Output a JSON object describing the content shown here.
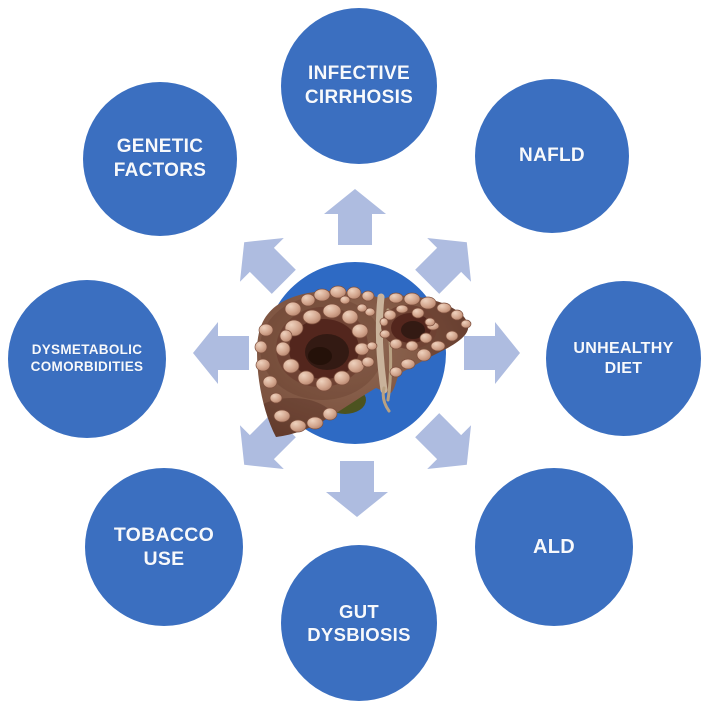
{
  "diagram": {
    "center": {
      "icon": "cirrhotic-liver-illustration"
    },
    "nodes": [
      {
        "id": "infective-cirrhosis",
        "label": "INFECTIVE\nCIRRHOSIS",
        "position": "top"
      },
      {
        "id": "nafld",
        "label": "NAFLD",
        "position": "top-right"
      },
      {
        "id": "unhealthy-diet",
        "label": "UNHEALTHY\nDIET",
        "position": "right"
      },
      {
        "id": "ald",
        "label": "ALD",
        "position": "bottom-right"
      },
      {
        "id": "gut-dysbiosis",
        "label": "GUT\nDYSBIOSIS",
        "position": "bottom"
      },
      {
        "id": "tobacco-use",
        "label": "TOBACCO\nUSE",
        "position": "bottom-left"
      },
      {
        "id": "dysmetabolic-comorbidities",
        "label": "DYSMETABOLIC\nCOMORBIDITIES",
        "position": "left"
      },
      {
        "id": "genetic-factors",
        "label": "GENETIC\nFACTORS",
        "position": "top-left"
      }
    ],
    "colors": {
      "node_fill": "#3b6fc0",
      "center_fill": "#2e6ac4",
      "arrow_fill": "#aebce0",
      "label_text": "#f7f9fc",
      "background": "#ffffff"
    }
  }
}
